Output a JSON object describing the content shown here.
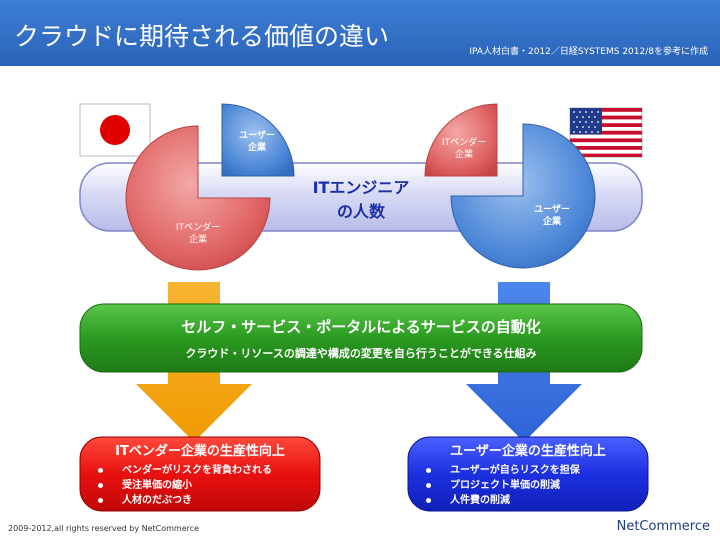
{
  "slide": {
    "title": "クラウドに期待される価値の違い",
    "source_note": "IPA人材白書・2012／日経SYSTEMS 2012/8を参考に作成"
  },
  "band": {
    "line1": "ITエンジニア",
    "line2": "の人数"
  },
  "left_pie": {
    "large_label_1": "ITベンダー",
    "large_label_2": "企業",
    "small_label_1": "ユーザー",
    "small_label_2": "企業",
    "flag": "japan-flag"
  },
  "right_pie": {
    "small_label_1": "ITベンダー",
    "small_label_2": "企業",
    "large_label_1": "ユーザー",
    "large_label_2": "企業",
    "flag": "usa-flag"
  },
  "green_box": {
    "heading": "セルフ・サービス・ポータルによるサービスの自動化",
    "subheading": "クラウド・リソースの調達や構成の変更を自ら行うことができる仕組み"
  },
  "red_box": {
    "heading": "ITベンダー企業の生産性向上",
    "bullets": [
      "ベンダーがリスクを背負わされる",
      "受注単価の縮小",
      "人材のだぶつき"
    ]
  },
  "blue_box": {
    "heading": "ユーザー企業の生産性向上",
    "bullets": [
      "ユーザーが自らリスクを担保",
      "プロジェクト単価の削減",
      "人件費の削減"
    ]
  },
  "footer": {
    "copyright": "2009-2012,all rights reserved by NetCommerce",
    "brand": "NetCommerce"
  },
  "colors": {
    "header": "#2a63b8",
    "vendor_red": "#e06060",
    "user_blue": "#4a86d8",
    "green": "#2a9a20",
    "orange": "#f5a000",
    "red_box": "#e01010",
    "blue_box": "#1c2fd8"
  }
}
